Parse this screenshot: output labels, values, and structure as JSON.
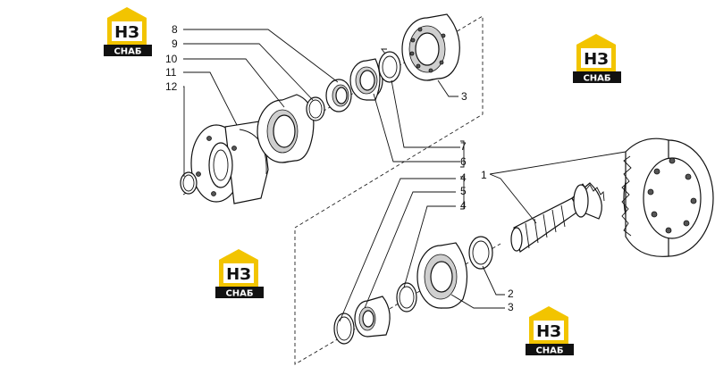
{
  "diagram": {
    "callouts": {
      "c1": "1",
      "c2": "2",
      "c3a": "3",
      "c3b": "3",
      "c4a": "4",
      "c4b": "4",
      "c5": "5",
      "c6": "6",
      "c7": "7",
      "c8": "8",
      "c9": "9",
      "c10": "10",
      "c11": "11",
      "c12": "12"
    },
    "watermark": {
      "badge_letters": "НЗ",
      "badge_word": "СНАБ"
    }
  }
}
